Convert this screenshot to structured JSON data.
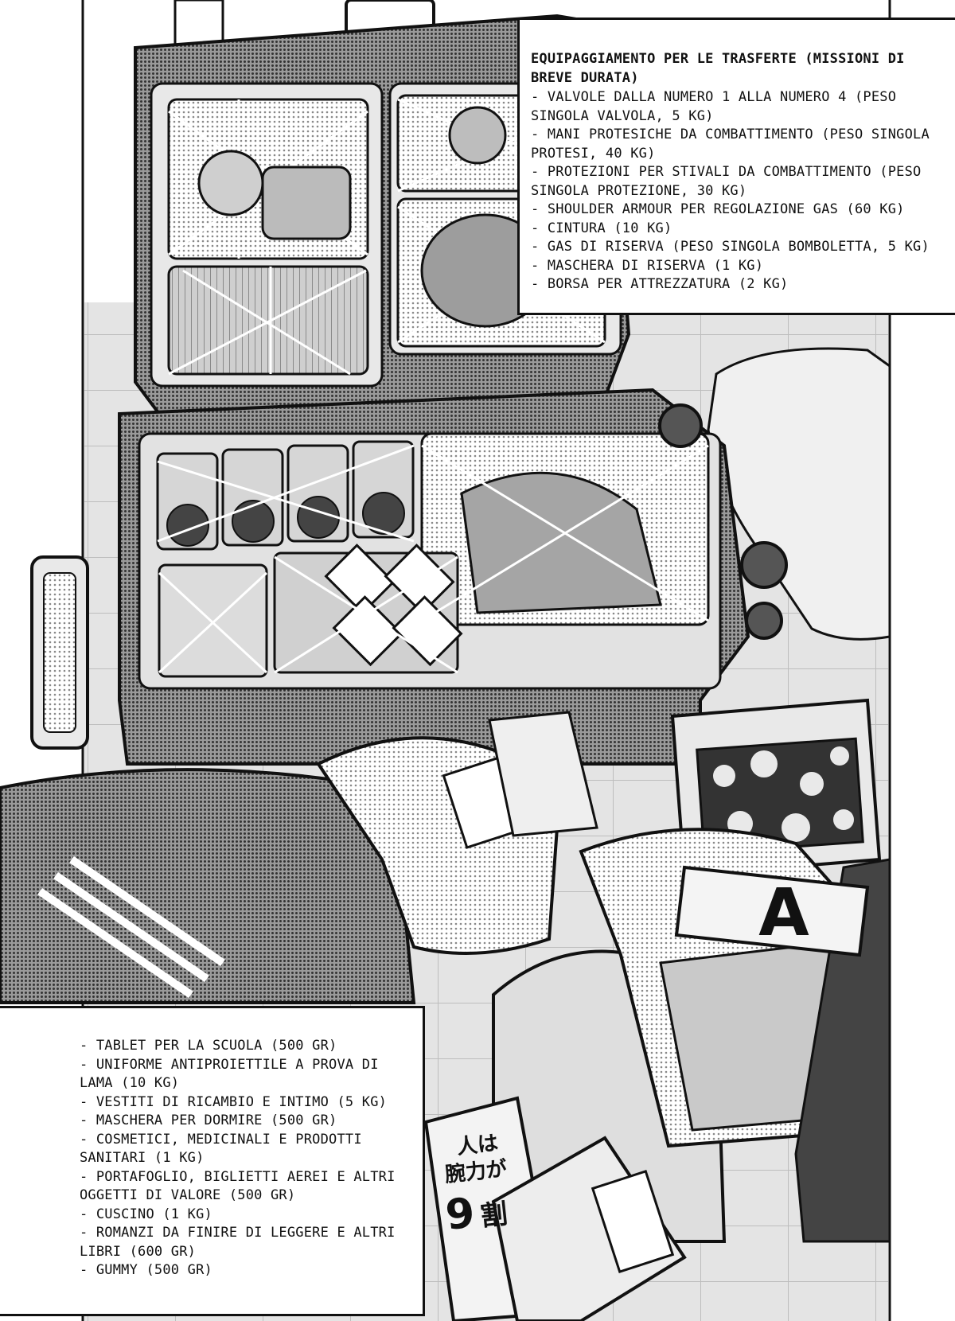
{
  "top_caption": {
    "title": "EQUIPAGGIAMENTO PER LE TRASFERTE (MISSIONI DI BREVE DURATA)",
    "items": [
      "- VALVOLE DALLA NUMERO 1 ALLA NUMERO 4 (PESO SINGOLA VALVOLA, 5 KG)",
      "- MANI PROTESICHE DA COMBATTIMENTO (PESO SINGOLA PROTESI, 40 KG)",
      "- PROTEZIONI PER STIVALI DA COMBATTIMENTO (PESO SINGOLA PROTEZIONE, 30 KG)",
      "- SHOULDER ARMOUR PER REGOLAZIONE GAS (60 KG)",
      "- CINTURA (10 KG)",
      "- GAS DI RISERVA (PESO SINGOLA BOMBOLETTA, 5 KG)",
      "- MASCHERA DI RISERVA (1 KG)",
      "- BORSA PER ATTREZZATURA (2 KG)"
    ]
  },
  "bottom_caption": {
    "items": [
      "- TABLET PER LA SCUOLA (500 GR)",
      "- UNIFORME ANTIPROIETTILE A PROVA DI LAMA (10 KG)",
      "- VESTITI DI RICAMBIO E INTIMO (5 KG)",
      "- MASCHERA PER DORMIRE (500 GR)",
      "- COSMETICI, MEDICINALI E PRODOTTI SANITARI (1 KG)",
      "- PORTAFOGLIO, BIGLIETTI AEREI E ALTRI OGGETTI DI VALORE (500 GR)",
      "- CUSCINO (1 KG)",
      "- ROMANZI DA FINIRE DI LEGGERE E ALTRI LIBRI (600 GR)",
      "- GUMMY (500 GR)"
    ]
  },
  "book_cover": {
    "line1": "人は",
    "line2": "腕力が",
    "number": "9",
    "suffix": "割"
  },
  "armband": {
    "letter": "A"
  },
  "colors": {
    "ink": "#111111",
    "paper": "#ffffff",
    "screentone_light": "#d8d8d8",
    "screentone_mid": "#a8a8a8",
    "screentone_dark": "#555555"
  }
}
